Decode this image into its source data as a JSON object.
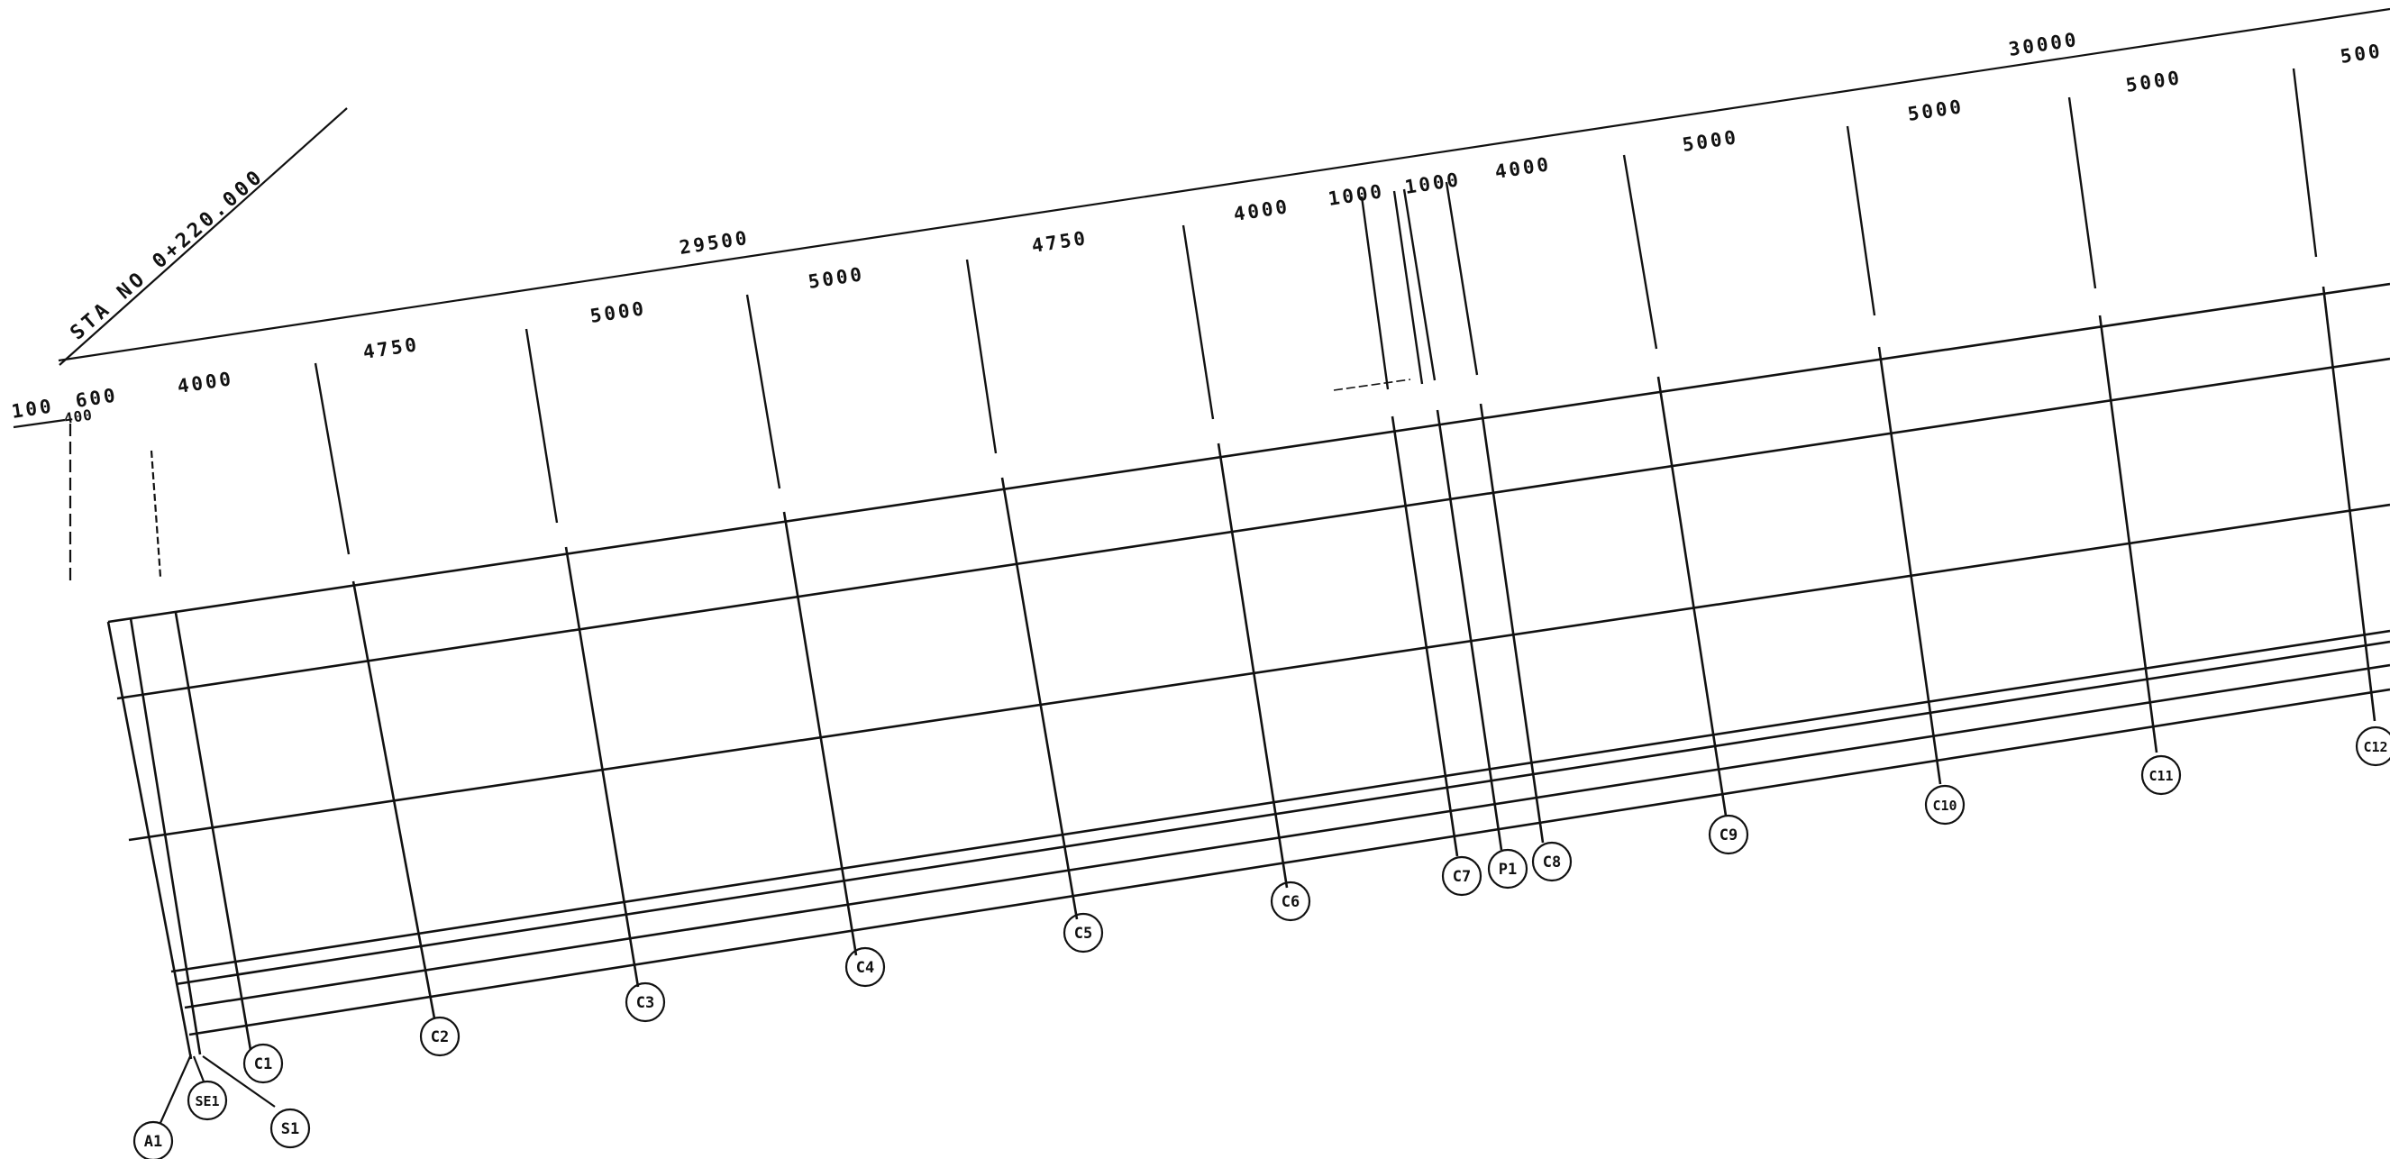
{
  "station_label": "STA NO 0+220.000",
  "dimensions": {
    "overall": [
      "29500",
      "30000"
    ],
    "spans": [
      "100",
      "600",
      "4000",
      "4750",
      "5000",
      "5000",
      "4750",
      "4000",
      "1000",
      "1000",
      "4000",
      "5000",
      "5000",
      "5000",
      "500",
      "400"
    ]
  },
  "grid_tags": [
    "A1",
    "SE1",
    "S1",
    "C1",
    "C2",
    "C3",
    "C4",
    "C5",
    "C6",
    "C7",
    "P1",
    "C8",
    "C9",
    "C10",
    "C11",
    "C12"
  ],
  "colors": {
    "line": "#111111",
    "background": "#ffffff"
  }
}
